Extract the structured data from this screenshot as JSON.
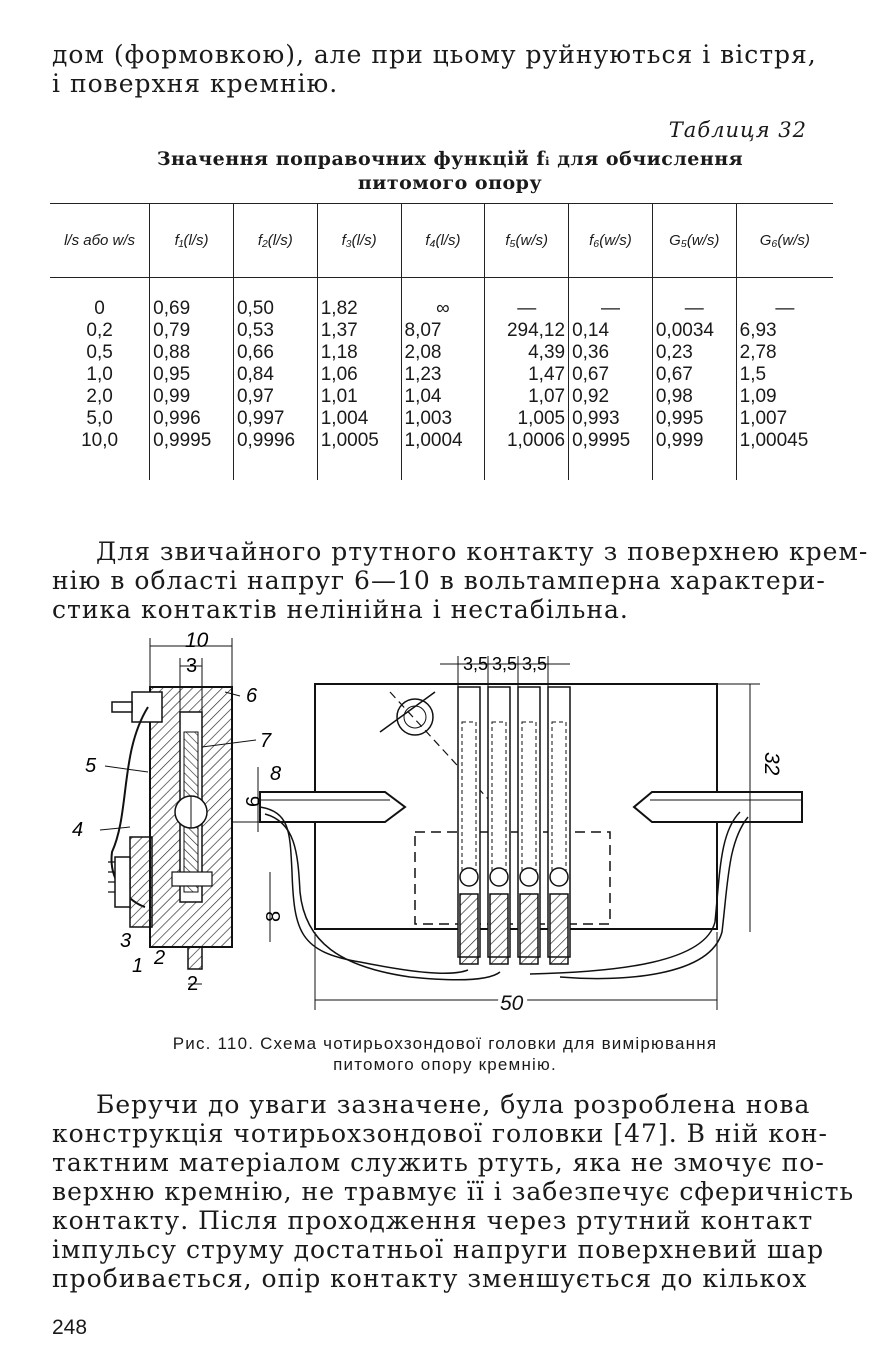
{
  "top_paragraph": {
    "lines": [
      "дом (формовкою), але при цьому руйнуються і вістря,",
      "і поверхня кремнію."
    ]
  },
  "table": {
    "label": "Таблиця 32",
    "title_lines": [
      "Значення поправочних функцій fᵢ для обчислення",
      "питомого опору"
    ],
    "headers": [
      "l/s або w/s",
      "f₁(l/s)",
      "f₂(l/s)",
      "f₃(l/s)",
      "f₄(l/s)",
      "f₅(w/s)",
      "f₆(w/s)",
      "G₅(w/s)",
      "G₆(w/s)"
    ],
    "rows": [
      [
        "0",
        "0,69",
        "0,50",
        "1,82",
        "∞",
        "—",
        "—",
        "—",
        "—"
      ],
      [
        "0,2",
        "0,79",
        "0,53",
        "1,37",
        "8,07",
        "294,12",
        "0,14",
        "0,0034",
        "6,93"
      ],
      [
        "0,5",
        "0,88",
        "0,66",
        "1,18",
        "2,08",
        "4,39",
        "0,36",
        "0,23",
        "2,78"
      ],
      [
        "1,0",
        "0,95",
        "0,84",
        "1,06",
        "1,23",
        "1,47",
        "0,67",
        "0,67",
        "1,5"
      ],
      [
        "2,0",
        "0,99",
        "0,97",
        "1,01",
        "1,04",
        "1,07",
        "0,92",
        "0,98",
        "1,09"
      ],
      [
        "5,0",
        "0,996",
        "0,997",
        "1,004",
        "1,003",
        "1,005",
        "0,993",
        "0,995",
        "1,007"
      ],
      [
        "10,0",
        "0,9995",
        "0,9996",
        "1,0005",
        "1,0004",
        "1,0006",
        "0,9995",
        "0,999",
        "1,00045"
      ]
    ]
  },
  "middle_paragraph": {
    "lines": [
      "Для звичайного ртутного контакту з поверхнею крем-",
      "нію в області напруг 6—10 в вольтамперна характери-",
      "стика контактів нелінійна і нестабільна."
    ]
  },
  "figure": {
    "dimensions": {
      "d10": "10",
      "d3": "3",
      "d6": "6",
      "d8": "8",
      "d2": "2",
      "d35a": "3,5",
      "d35b": "3,5",
      "d35c": "3,5",
      "d32": "32",
      "d50": "50"
    },
    "callouts": [
      "1",
      "2",
      "3",
      "4",
      "5",
      "6",
      "7",
      "8"
    ],
    "caption_lines": [
      "Рис. 110. Схема чотирьохзондової головки для вимірювання",
      "питомого опору кремнію."
    ]
  },
  "bottom_paragraph": {
    "lines": [
      "Беручи до уваги зазначене, була розроблена нова",
      "конструкція чотирьохзондової головки [47]. В ній кон-",
      "тактним матеріалом служить ртуть, яка не змочує по-",
      "верхню кремнію, не травмує її і забезпечує сферичність",
      "контакту. Після проходження через ртутний контакт",
      "імпульсу струму достатньої напруги поверхневий шар",
      "пробивається, опір контакту зменшується до кількох"
    ]
  },
  "page_number": "248"
}
